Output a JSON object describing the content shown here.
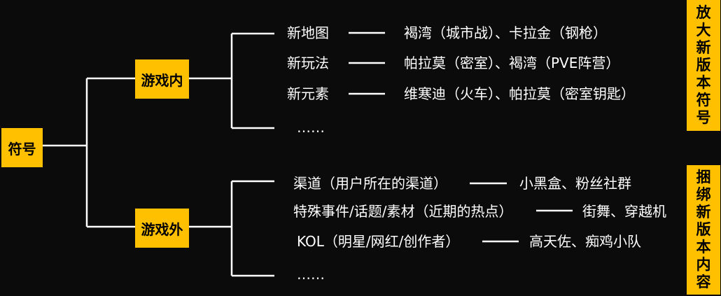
{
  "root": {
    "label": "符号"
  },
  "categories": [
    {
      "label": "游戏内",
      "items": [
        {
          "label": "新地图",
          "examples": "褐湾（城市战）、卡拉金（钢枪）"
        },
        {
          "label": "新玩法",
          "examples": "帕拉莫（密室）、褐湾（PVE阵营）"
        },
        {
          "label": "新元素",
          "examples": "维寒迪（火车）、帕拉莫（密室钥匙）"
        }
      ],
      "more": "……"
    },
    {
      "label": "游戏外",
      "items": [
        {
          "label": "渠道（用户所在的渠道）",
          "examples": "小黑盒、粉丝社群"
        },
        {
          "label": "特殊事件/话题/素材（近期的热点）",
          "examples": "街舞、穿越机"
        },
        {
          "label": "KOL（明星/网红/创作者）",
          "examples": "高天佐、痴鸡小队"
        }
      ],
      "more": "……"
    }
  ],
  "banners": [
    {
      "chars": [
        "放",
        "大",
        "新",
        "版",
        "本",
        "符",
        "号"
      ]
    },
    {
      "chars": [
        "捆",
        "绑",
        "新",
        "版",
        "本",
        "内",
        "容"
      ]
    }
  ],
  "colors": {
    "accent": "#FFC000",
    "background": "#0b0b0b",
    "line": "#ffffff"
  }
}
